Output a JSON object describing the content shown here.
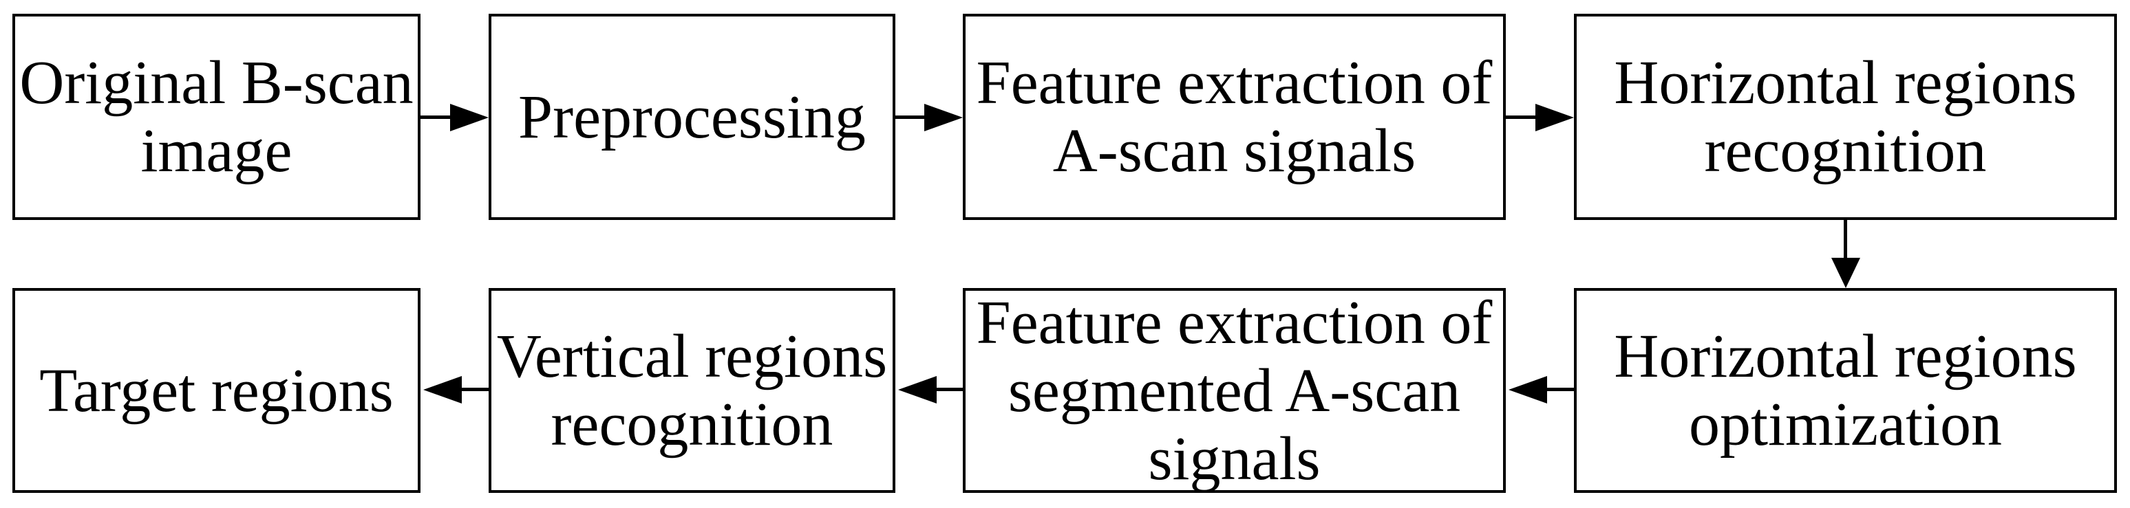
{
  "figure": {
    "type": "flowchart",
    "background_color": "#ffffff",
    "stroke_color": "#000000",
    "text_color": "#000000",
    "nodes": [
      {
        "id": "original-b-scan-image",
        "label": "Original B-scan image",
        "lines": [
          "Original B-scan",
          "image"
        ],
        "row": 1,
        "col": 1
      },
      {
        "id": "preprocessing",
        "label": "Preprocessing",
        "lines": [
          "Preprocessing"
        ],
        "row": 1,
        "col": 2
      },
      {
        "id": "feature-extraction-a-scan",
        "label": "Feature extraction of A-scan signals",
        "lines": [
          "Feature extraction of",
          "A-scan signals"
        ],
        "row": 1,
        "col": 3
      },
      {
        "id": "horizontal-regions-recognition",
        "label": "Horizontal regions recognition",
        "lines": [
          "Horizontal regions",
          "recognition"
        ],
        "row": 1,
        "col": 4
      },
      {
        "id": "horizontal-regions-optimization",
        "label": "Horizontal regions optimization",
        "lines": [
          "Horizontal regions",
          "optimization"
        ],
        "row": 2,
        "col": 4
      },
      {
        "id": "feature-extraction-segmented-a-scan",
        "label": "Feature extraction of segmented A-scan signals",
        "lines": [
          "Feature extraction of",
          "segmented A-scan",
          "signals"
        ],
        "row": 2,
        "col": 3
      },
      {
        "id": "vertical-regions-recognition",
        "label": "Vertical regions recognition",
        "lines": [
          "Vertical regions",
          "recognition"
        ],
        "row": 2,
        "col": 2
      },
      {
        "id": "target-regions",
        "label": "Target regions",
        "lines": [
          "Target regions"
        ],
        "row": 2,
        "col": 1
      }
    ],
    "edges": [
      {
        "from": "original-b-scan-image",
        "to": "preprocessing",
        "direction": "right"
      },
      {
        "from": "preprocessing",
        "to": "feature-extraction-a-scan",
        "direction": "right"
      },
      {
        "from": "feature-extraction-a-scan",
        "to": "horizontal-regions-recognition",
        "direction": "right"
      },
      {
        "from": "horizontal-regions-recognition",
        "to": "horizontal-regions-optimization",
        "direction": "down"
      },
      {
        "from": "horizontal-regions-optimization",
        "to": "feature-extraction-segmented-a-scan",
        "direction": "left"
      },
      {
        "from": "feature-extraction-segmented-a-scan",
        "to": "vertical-regions-recognition",
        "direction": "left"
      },
      {
        "from": "vertical-regions-recognition",
        "to": "target-regions",
        "direction": "left"
      }
    ]
  }
}
